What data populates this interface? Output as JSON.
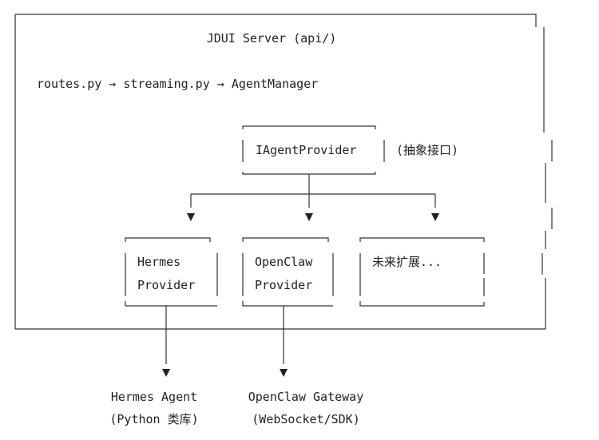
{
  "server": {
    "title": "JDUI Server (api/)",
    "flow": "routes.py → streaming.py → AgentManager"
  },
  "interface": {
    "name": "IAgentProvider",
    "note": "(抽象接口)"
  },
  "providers": [
    {
      "line1": "Hermes",
      "line2": "Provider"
    },
    {
      "line1": "OpenClaw",
      "line2": "Provider"
    },
    {
      "line1": "未来扩展...",
      "line2": ""
    }
  ],
  "externals": [
    {
      "line1": "Hermes Agent",
      "line2": "(Python 类库)"
    },
    {
      "line1": "OpenClaw Gateway",
      "line2": "(WebSocket/SDK)"
    }
  ]
}
